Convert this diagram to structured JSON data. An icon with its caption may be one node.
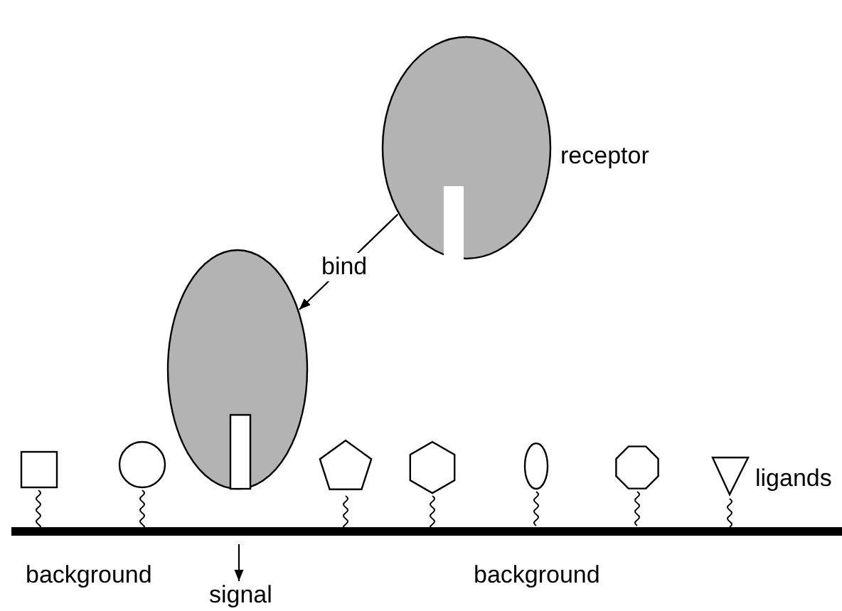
{
  "diagram": {
    "nodes": [
      {
        "text": [],
        "shape": "ellipse",
        "beside": [
          "receptor"
        ]
      },
      {
        "text": [],
        "shape": "ellipse"
      },
      {
        "text": [
          "signal"
        ]
      }
    ],
    "edges": [
      {
        "from": 0,
        "to": 1,
        "label": "bind",
        "arrow": "to"
      },
      {
        "from": null,
        "to": 2,
        "arrow": "to"
      }
    ],
    "labels": [
      "ligands",
      "background",
      "background"
    ]
  }
}
